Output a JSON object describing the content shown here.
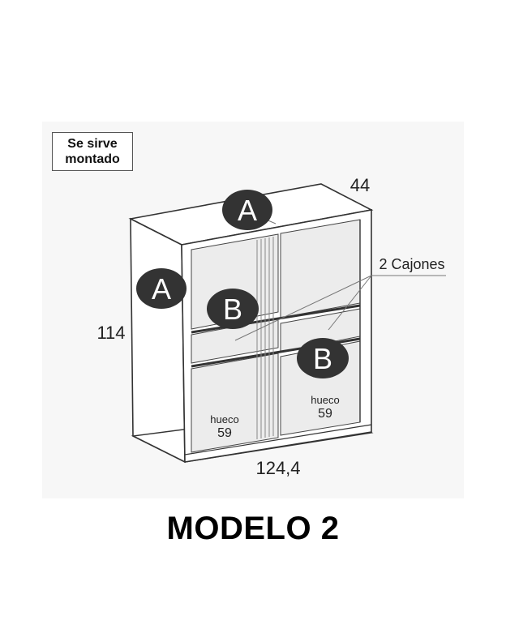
{
  "note": {
    "line1": "Se sirve",
    "line2": "montado"
  },
  "dimensions": {
    "depth": "44",
    "height": "114",
    "width": "124,4"
  },
  "callout": "2 Cajones",
  "badges": {
    "a_top": "A",
    "a_side": "A",
    "b_left": "B",
    "b_right": "B"
  },
  "compartments": {
    "left": {
      "label": "hueco",
      "value": "59"
    },
    "right": {
      "label": "hueco",
      "value": "59"
    }
  },
  "title": "MODELO 2",
  "colors": {
    "badge": "#333333",
    "panel": "#ececec",
    "line": "#333333",
    "background": "#f7f7f7"
  }
}
